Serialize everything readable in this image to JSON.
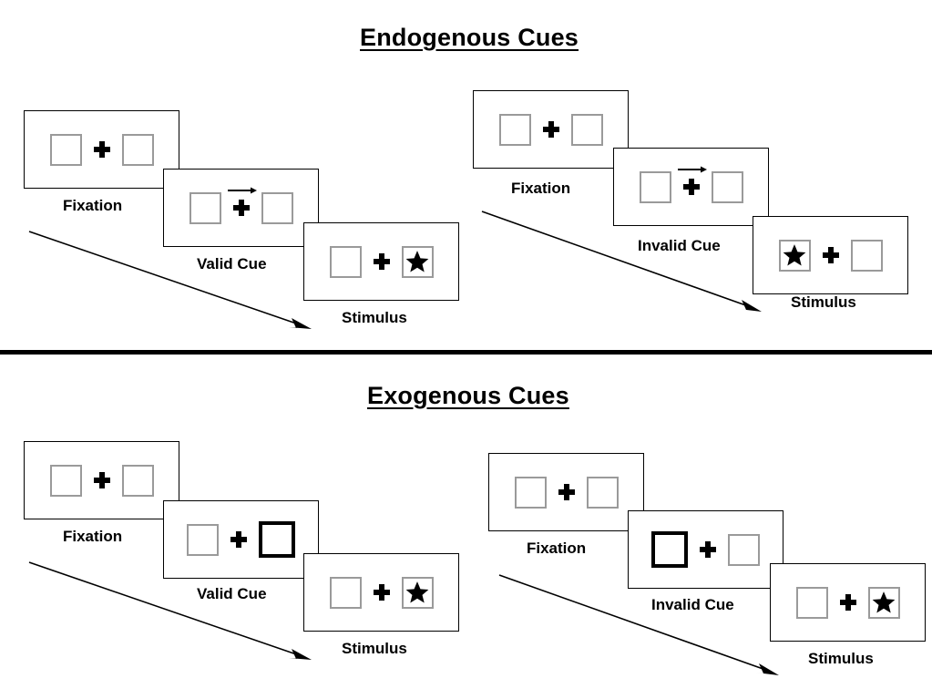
{
  "sections": [
    {
      "id": "endogenous",
      "title": "Endogenous Cues",
      "conditions": [
        {
          "id": "endogenous-valid",
          "panels": [
            {
              "id": "fixation",
              "caption": "Fixation",
              "left_box": "empty",
              "right_box": "empty",
              "cue": "none"
            },
            {
              "id": "valid-cue",
              "caption": "Valid Cue",
              "left_box": "empty",
              "right_box": "empty",
              "cue": "arrow-right"
            },
            {
              "id": "stimulus",
              "caption": "Stimulus",
              "left_box": "empty",
              "right_box": "star",
              "cue": "none"
            }
          ]
        },
        {
          "id": "endogenous-invalid",
          "panels": [
            {
              "id": "fixation",
              "caption": "Fixation",
              "left_box": "empty",
              "right_box": "empty",
              "cue": "none"
            },
            {
              "id": "invalid-cue",
              "caption": "Invalid Cue",
              "left_box": "empty",
              "right_box": "empty",
              "cue": "arrow-right"
            },
            {
              "id": "stimulus",
              "caption": "Stimulus",
              "left_box": "star",
              "right_box": "empty",
              "cue": "none"
            }
          ]
        }
      ]
    },
    {
      "id": "exogenous",
      "title": "Exogenous Cues",
      "conditions": [
        {
          "id": "exogenous-valid",
          "panels": [
            {
              "id": "fixation",
              "caption": "Fixation",
              "left_box": "empty",
              "right_box": "empty",
              "cue": "none"
            },
            {
              "id": "valid-cue",
              "caption": "Valid Cue",
              "left_box": "empty",
              "right_box": "cued",
              "cue": "box-flash-right"
            },
            {
              "id": "stimulus",
              "caption": "Stimulus",
              "left_box": "empty",
              "right_box": "star",
              "cue": "none"
            }
          ]
        },
        {
          "id": "exogenous-invalid",
          "panels": [
            {
              "id": "fixation",
              "caption": "Fixation",
              "left_box": "empty",
              "right_box": "empty",
              "cue": "none"
            },
            {
              "id": "invalid-cue",
              "caption": "Invalid Cue",
              "left_box": "cued",
              "right_box": "empty",
              "cue": "box-flash-left"
            },
            {
              "id": "stimulus",
              "caption": "Stimulus",
              "left_box": "empty",
              "right_box": "star",
              "cue": "none"
            }
          ]
        }
      ]
    }
  ],
  "icons": {
    "star": "star-icon",
    "cross": "fixation-cross-icon",
    "arrow": "arrow-right-cue-icon",
    "time_arrow": "time-progression-arrow-icon"
  },
  "colors": {
    "foreground": "#000000",
    "background": "#ffffff",
    "box_border": "#9a9a9a",
    "frame_border": "#000000",
    "cued_box_border": "#000000"
  }
}
